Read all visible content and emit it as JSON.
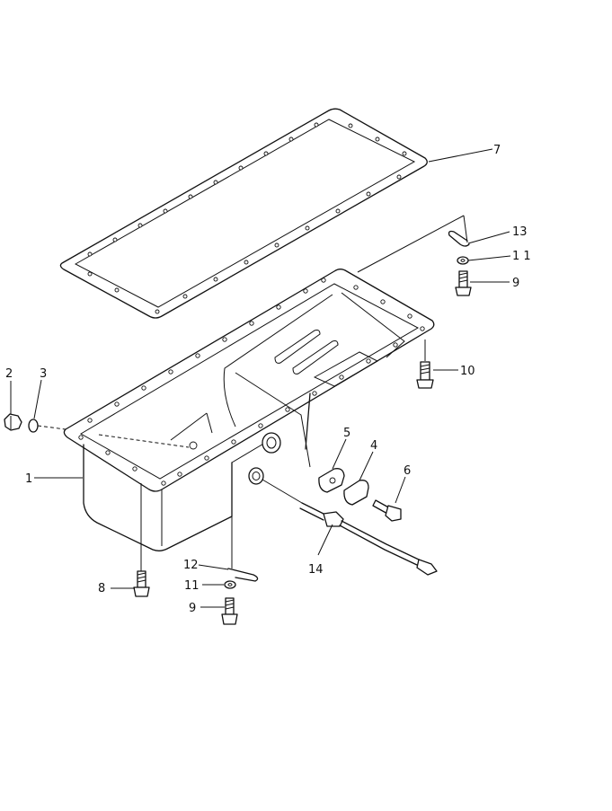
{
  "callouts": {
    "c1": "1",
    "c2": "2",
    "c3": "3",
    "c4": "4",
    "c5": "5",
    "c6": "6",
    "c7": "7",
    "c8": "8",
    "c9a": "9",
    "c9b": "9",
    "c10": "10",
    "c11a": "1 1",
    "c11b": "11",
    "c12": "12",
    "c13": "13",
    "c14": "14"
  }
}
